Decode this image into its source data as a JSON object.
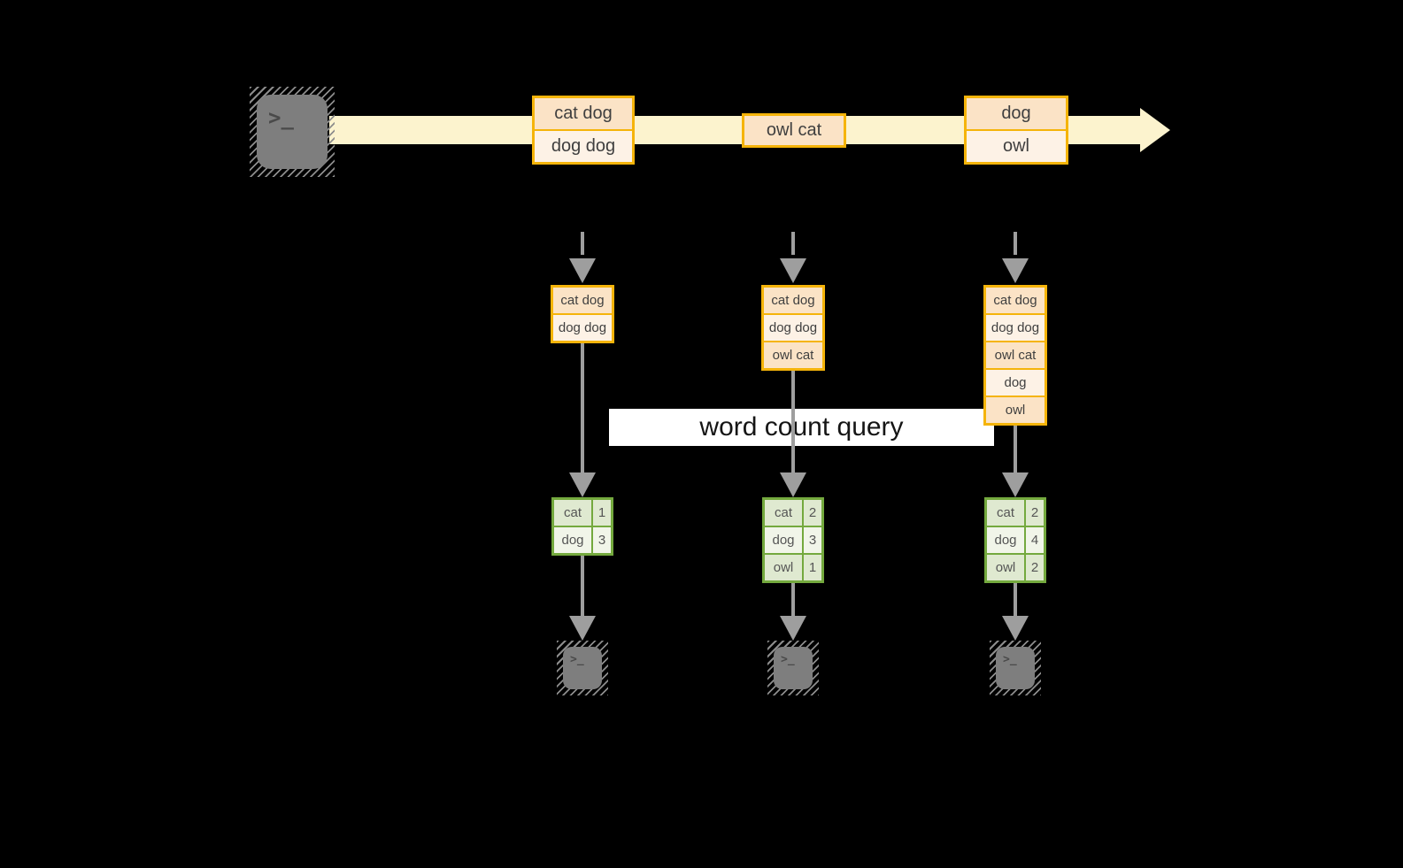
{
  "terminal_glyph": ">_",
  "query_label": "word count query",
  "stream_batches": [
    [
      "cat dog",
      "dog dog"
    ],
    [
      "owl cat"
    ],
    [
      "dog",
      "owl"
    ]
  ],
  "columns": [
    {
      "state": [
        "cat dog",
        "dog dog"
      ],
      "counts": [
        {
          "word": "cat",
          "count": "1"
        },
        {
          "word": "dog",
          "count": "3"
        }
      ]
    },
    {
      "state": [
        "cat dog",
        "dog dog",
        "owl cat"
      ],
      "counts": [
        {
          "word": "cat",
          "count": "2"
        },
        {
          "word": "dog",
          "count": "3"
        },
        {
          "word": "owl",
          "count": "1"
        }
      ]
    },
    {
      "state": [
        "cat dog",
        "dog dog",
        "owl cat",
        "dog",
        "owl"
      ],
      "counts": [
        {
          "word": "cat",
          "count": "2"
        },
        {
          "word": "dog",
          "count": "4"
        },
        {
          "word": "owl",
          "count": "2"
        }
      ]
    }
  ],
  "colors": {
    "background": "#000000",
    "accent_gold": "#F5B40A",
    "cell_peach": "#FBE3C6",
    "cell_cream": "#FDF2E6",
    "stream_band": "#FCF3CE",
    "green_border": "#74A93E",
    "green_row_dark": "#DFE9D0",
    "green_row_light": "#F1F5E9",
    "arrow_gray": "#9E9E9E",
    "terminal_gray": "#7E7E7E",
    "query_box_bg": "#FFFFFF"
  }
}
